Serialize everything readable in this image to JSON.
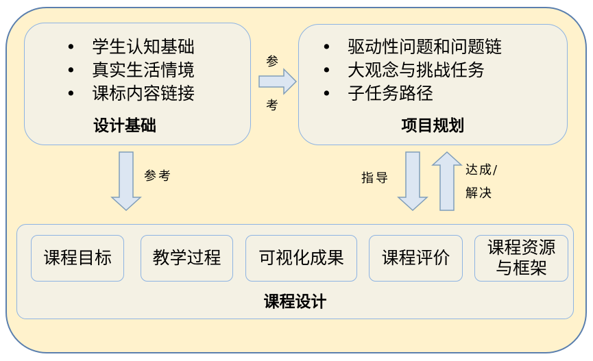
{
  "design_basis": {
    "items": [
      "学生认知基础",
      "真实生活情境",
      "课标内容链接"
    ],
    "title": "设计基础"
  },
  "project_planning": {
    "items": [
      "驱动性问题和问题链",
      "大观念与挑战任务",
      "子任务路径"
    ],
    "title": "项目规划"
  },
  "arrows": {
    "right_label_top": "参",
    "right_label_bottom": "考",
    "down_left_label": "参考",
    "guide_label": "指导",
    "achieve_label_line1": "达成/",
    "achieve_label_line2": "解决"
  },
  "course_design": {
    "title": "课程设计",
    "components": [
      "课程目标",
      "教学过程",
      "可视化成果",
      "课程评价",
      "课程资源与框架"
    ],
    "last_component_lines": [
      "课程资源",
      "与框架"
    ]
  },
  "colors": {
    "outer_bg": "#FFF2CC",
    "box_bg": "#F4F1E4",
    "box_border": "#8DB3E2",
    "arrow_fill": "#DCE6F2",
    "arrow_stroke": "#7F9DB9"
  }
}
